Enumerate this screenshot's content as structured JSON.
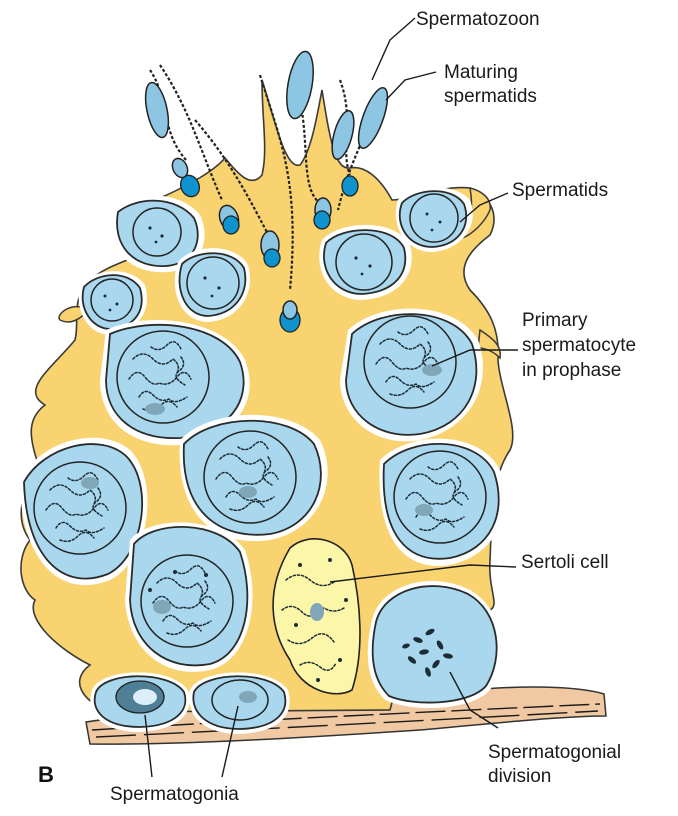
{
  "labels": {
    "spermatozoon": "Spermatozoon",
    "maturing_line1": "Maturing",
    "maturing_line2": "spermatids",
    "spermatids": "Spermatids",
    "primary_line1": "Primary",
    "primary_line2": "spermatocyte",
    "primary_line3": "in prophase",
    "sertoli": "Sertoli cell",
    "division_line1": "Spermatogonial",
    "division_line2": "division",
    "spermatogonia": "Spermatogonia",
    "panel": "B"
  },
  "colors": {
    "sertoli_cytoplasm": "#f9d36f",
    "cell_blue": "#a9d7ee",
    "acrosome_blue": "#0e93cf",
    "sertoli_nucleus": "#fbf6a8",
    "basement_membrane": "#f0c9a2",
    "outline": "#222222"
  }
}
